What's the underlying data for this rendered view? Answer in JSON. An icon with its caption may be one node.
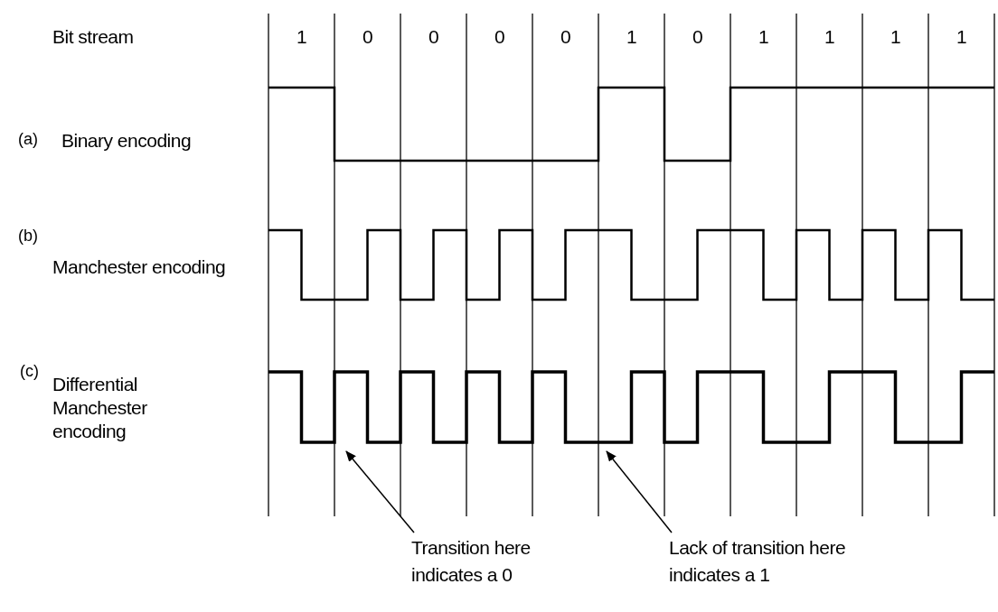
{
  "diagram": {
    "nodes": [
      {
        "text": [
          "Transition here indicates a 0"
        ]
      },
      {
        "text": [
          "Lack of transition here indicates a 1"
        ]
      },
      {
        "text": [],
        "shape": "picture"
      }
    ],
    "edges": [
      {
        "from": 0,
        "to": 2,
        "arrow": "to"
      },
      {
        "from": 1,
        "to": 2,
        "arrow": "to"
      }
    ],
    "labels": [
      "Bit stream",
      "1",
      "0",
      "0",
      "0",
      "0",
      "1",
      "0",
      "1",
      "1",
      "1",
      "1",
      "(a)",
      "Binary encoding",
      "(b)",
      "Manchester encoding",
      "(c)",
      "Differential Manchester encoding"
    ]
  }
}
